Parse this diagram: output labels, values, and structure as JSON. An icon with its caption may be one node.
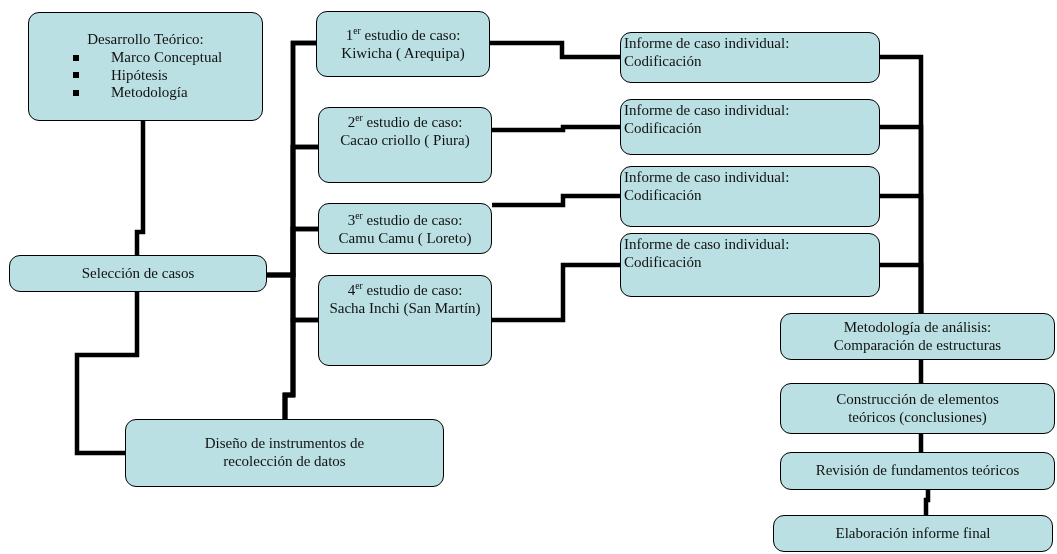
{
  "diagram": {
    "nodes": [
      {
        "text": [
          "Desarrollo Teórico:",
          "Marco Conceptual",
          "Hipótesis",
          "Metodología"
        ]
      },
      {
        "text": [
          "Selección de casos"
        ]
      },
      {
        "text": [
          "1$^{er}$ estudio de caso:",
          "Kiwicha ( Arequipa)"
        ]
      },
      {
        "text": [
          "2$^{er}$ estudio de caso:",
          "Cacao criollo ( Piura)"
        ]
      },
      {
        "text": [
          "3$^{er}$ estudio de caso:",
          "Camu Camu ( Loreto)"
        ]
      },
      {
        "text": [
          "4$^{er}$ estudio de caso:",
          "Sacha Inchi (San Martín)"
        ]
      },
      {
        "text": [
          "Diseño de instrumentos de recolección de datos"
        ]
      },
      {
        "text": [
          "Informe de caso individual:",
          "Codificación"
        ]
      },
      {
        "text": [
          "Informe de caso individual:",
          "Codificación"
        ]
      },
      {
        "text": [
          "Informe de caso individual:",
          "Codificación"
        ]
      },
      {
        "text": [
          "Informe de caso individual:",
          "Codificación"
        ]
      },
      {
        "text": [
          "Metodología de análisis:",
          "Comparación de estructuras"
        ]
      },
      {
        "text": [
          "Construcción de elementos teóricos (conclusiones)"
        ]
      },
      {
        "text": [
          "Revisión de fundamentos teóricos"
        ]
      },
      {
        "text": [
          "Elaboración informe final"
        ]
      }
    ],
    "edges": [
      {
        "from": 0,
        "to": 1,
        "arrow": "none"
      },
      {
        "from": 1,
        "to": 2,
        "arrow": "none"
      },
      {
        "from": 1,
        "to": 3,
        "arrow": "none"
      },
      {
        "from": 1,
        "to": 4,
        "arrow": "none"
      },
      {
        "from": 1,
        "to": 5,
        "arrow": "none"
      },
      {
        "from": 1,
        "to": 6,
        "arrow": "none"
      },
      {
        "from": 6,
        "to": 2,
        "arrow": "none"
      },
      {
        "from": 6,
        "to": 3,
        "arrow": "none"
      },
      {
        "from": 6,
        "to": 4,
        "arrow": "none"
      },
      {
        "from": 6,
        "to": 5,
        "arrow": "none"
      },
      {
        "from": 2,
        "to": 7,
        "arrow": "none"
      },
      {
        "from": 3,
        "to": 8,
        "arrow": "none"
      },
      {
        "from": 4,
        "to": 9,
        "arrow": "none"
      },
      {
        "from": 5,
        "to": 10,
        "arrow": "none"
      },
      {
        "from": 7,
        "to": 11,
        "arrow": "none"
      },
      {
        "from": 8,
        "to": 11,
        "arrow": "none"
      },
      {
        "from": 9,
        "to": 11,
        "arrow": "none"
      },
      {
        "from": 10,
        "to": 11,
        "arrow": "none"
      },
      {
        "from": 11,
        "to": 12,
        "arrow": "none"
      },
      {
        "from": 12,
        "to": 13,
        "arrow": "none"
      },
      {
        "from": 13,
        "to": 14,
        "arrow": "none"
      }
    ]
  }
}
